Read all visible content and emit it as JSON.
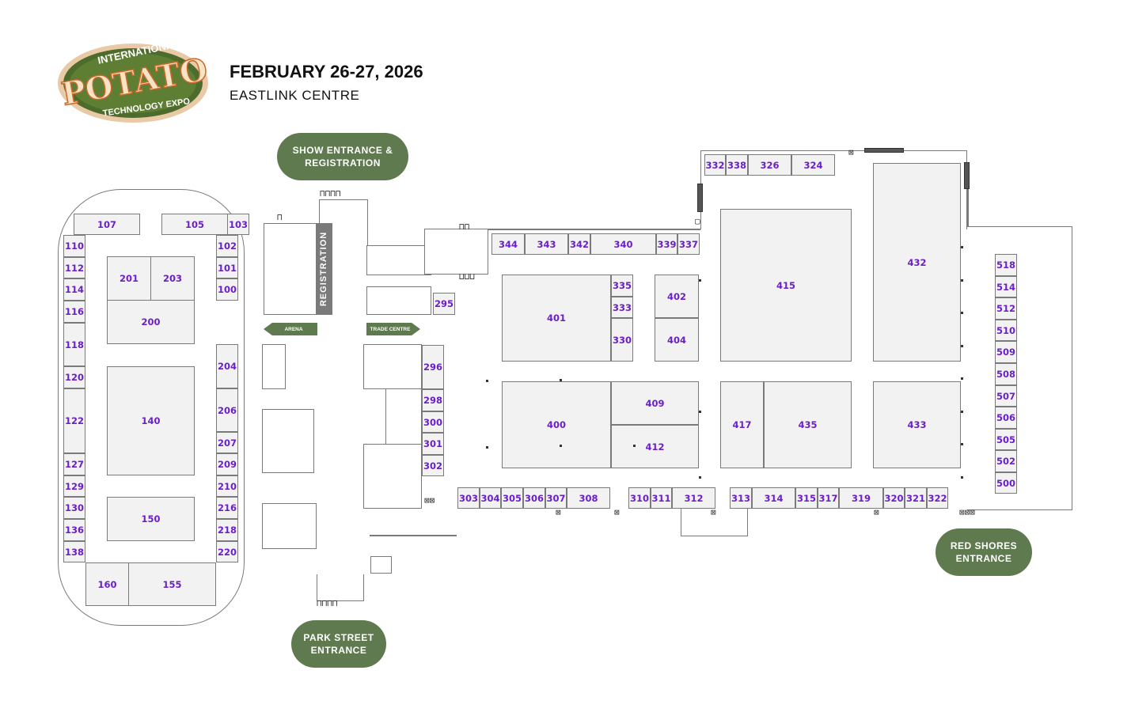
{
  "header": {
    "logo_top": "INTERNATIONAL",
    "logo_main": "POTATO",
    "logo_bottom": "TECHNOLOGY EXPO",
    "date": "FEBRUARY 26-27, 2026",
    "venue": "EASTLINK CENTRE"
  },
  "entrances": {
    "show": "SHOW ENTRANCE & REGISTRATION",
    "park": "PARK STREET ENTRANCE",
    "red_shores": "RED SHORES ENTRANCE"
  },
  "labels": {
    "registration": "REGISTRATION",
    "arena": "ARENA",
    "trade_centre": "TRADE CENTRE"
  },
  "booths": {
    "b107": "107",
    "b105": "105",
    "b103": "103",
    "b110": "110",
    "b112": "112",
    "b114": "114",
    "b116": "116",
    "b118": "118",
    "b120": "120",
    "b122": "122",
    "b127": "127",
    "b129": "129",
    "b130": "130",
    "b136": "136",
    "b138": "138",
    "b102": "102",
    "b101": "101",
    "b100": "100",
    "b201": "201",
    "b203": "203",
    "b200": "200",
    "b140": "140",
    "b150": "150",
    "b160": "160",
    "b155": "155",
    "b204": "204",
    "b206": "206",
    "b207": "207",
    "b209": "209",
    "b210": "210",
    "b216": "216",
    "b218": "218",
    "b220": "220",
    "b295": "295",
    "b296": "296",
    "b298": "298",
    "b300": "300",
    "b301": "301",
    "b302": "302",
    "b303": "303",
    "b304": "304",
    "b305": "305",
    "b306": "306",
    "b307": "307",
    "b308": "308",
    "b310": "310",
    "b311": "311",
    "b312": "312",
    "b313": "313",
    "b314": "314",
    "b315": "315",
    "b317": "317",
    "b319": "319",
    "b320": "320",
    "b321": "321",
    "b322": "322",
    "b344": "344",
    "b343": "343",
    "b342": "342",
    "b340": "340",
    "b339": "339",
    "b337": "337",
    "b332": "332",
    "b338": "338",
    "b326": "326",
    "b324": "324",
    "b335": "335",
    "b333": "333",
    "b330": "330",
    "b401": "401",
    "b400": "400",
    "b402": "402",
    "b404": "404",
    "b409": "409",
    "b412": "412",
    "b415": "415",
    "b417": "417",
    "b435": "435",
    "b432": "432",
    "b433": "433",
    "b518": "518",
    "b514": "514",
    "b512": "512",
    "b510": "510",
    "b509": "509",
    "b508": "508",
    "b507": "507",
    "b506": "506",
    "b505": "505",
    "b502": "502",
    "b500": "500"
  },
  "colors": {
    "accent_green": "#5e7a4e",
    "booth_text": "#6a1fc9",
    "logo_orange": "#d9783a"
  }
}
